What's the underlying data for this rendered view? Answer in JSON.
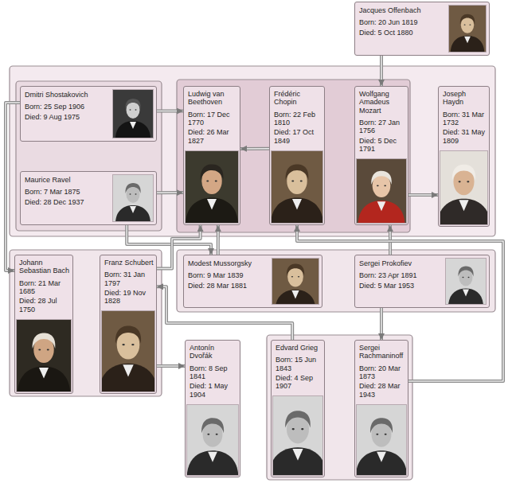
{
  "diagram": {
    "nodes": [
      {
        "text": [
          "Jacques Offenbach",
          "Born: 20 Jun 1819",
          "Died: 5 Oct 1880"
        ]
      },
      {
        "text": [
          "Dmitri Shostakovich",
          "Born: 25 Sep 1906",
          "Died: 9 Aug 1975"
        ]
      },
      {
        "text": [
          "Ludwig van Beethoven",
          "Born: 17 Dec 1770",
          "Died: 26 Mar 1827"
        ]
      },
      {
        "text": [
          "Frédéric Chopin",
          "Born: 22 Feb 1810",
          "Died: 17 Oct 1849"
        ]
      },
      {
        "text": [
          "Wolfgang Amadeus Mozart",
          "Born: 27 Jan 1756",
          "Died: 5 Dec 1791"
        ]
      },
      {
        "text": [
          "Joseph Haydn",
          "Born: 31 Mar 1732",
          "Died: 31 May 1809"
        ]
      },
      {
        "text": [
          "Maurice Ravel",
          "Born: 7 Mar 1875",
          "Died: 28 Dec 1937"
        ]
      },
      {
        "text": [
          "Johann Sebastian Bach",
          "Born: 21 Mar 1685",
          "Died: 28 Jul 1750"
        ]
      },
      {
        "text": [
          "Franz Schubert",
          "Born: 31 Jan 1797",
          "Died: 19 Nov 1828"
        ]
      },
      {
        "text": [
          "Modest Mussorgsky",
          "Born: 9 Mar 1839",
          "Died: 28 Mar 1881"
        ]
      },
      {
        "text": [
          "Sergei Prokofiev",
          "Born: 23 Apr 1891",
          "Died: 5 Mar 1953"
        ]
      },
      {
        "text": [
          "Antonín Dvořák",
          "Born: 8 Sep 1841",
          "Died: 1 May 1904"
        ]
      },
      {
        "text": [
          "Edvard Grieg",
          "Born: 15 Jun 1843",
          "Died: 4 Sep 1907"
        ]
      },
      {
        "text": [
          "Sergei Rachmaninoff",
          "Born: 20 Mar 1873",
          "Died: 28 Mar 1943"
        ]
      }
    ],
    "edges": [
      {
        "from": 0,
        "to": 4,
        "arrow": "to"
      },
      {
        "from": 1,
        "to": 2,
        "arrow": "to"
      },
      {
        "from": 6,
        "to": 2,
        "arrow": "to"
      },
      {
        "from": 3,
        "to": 2,
        "arrow": "to"
      },
      {
        "from": 4,
        "to": 5,
        "arrow": "to"
      },
      {
        "from": 1,
        "to": 7,
        "arrow": "to"
      },
      {
        "from": 6,
        "to": 9,
        "arrow": "to"
      },
      {
        "from": 8,
        "to": 2,
        "arrow": "to"
      },
      {
        "from": 9,
        "to": 2,
        "arrow": "to"
      },
      {
        "from": 10,
        "to": 4,
        "arrow": "to"
      },
      {
        "from": 10,
        "to": 13,
        "arrow": "to"
      },
      {
        "from": 8,
        "to": 11,
        "arrow": "to"
      },
      {
        "from": 12,
        "to": 8,
        "arrow": "to"
      },
      {
        "from": 13,
        "to": 3,
        "arrow": "to"
      }
    ]
  }
}
